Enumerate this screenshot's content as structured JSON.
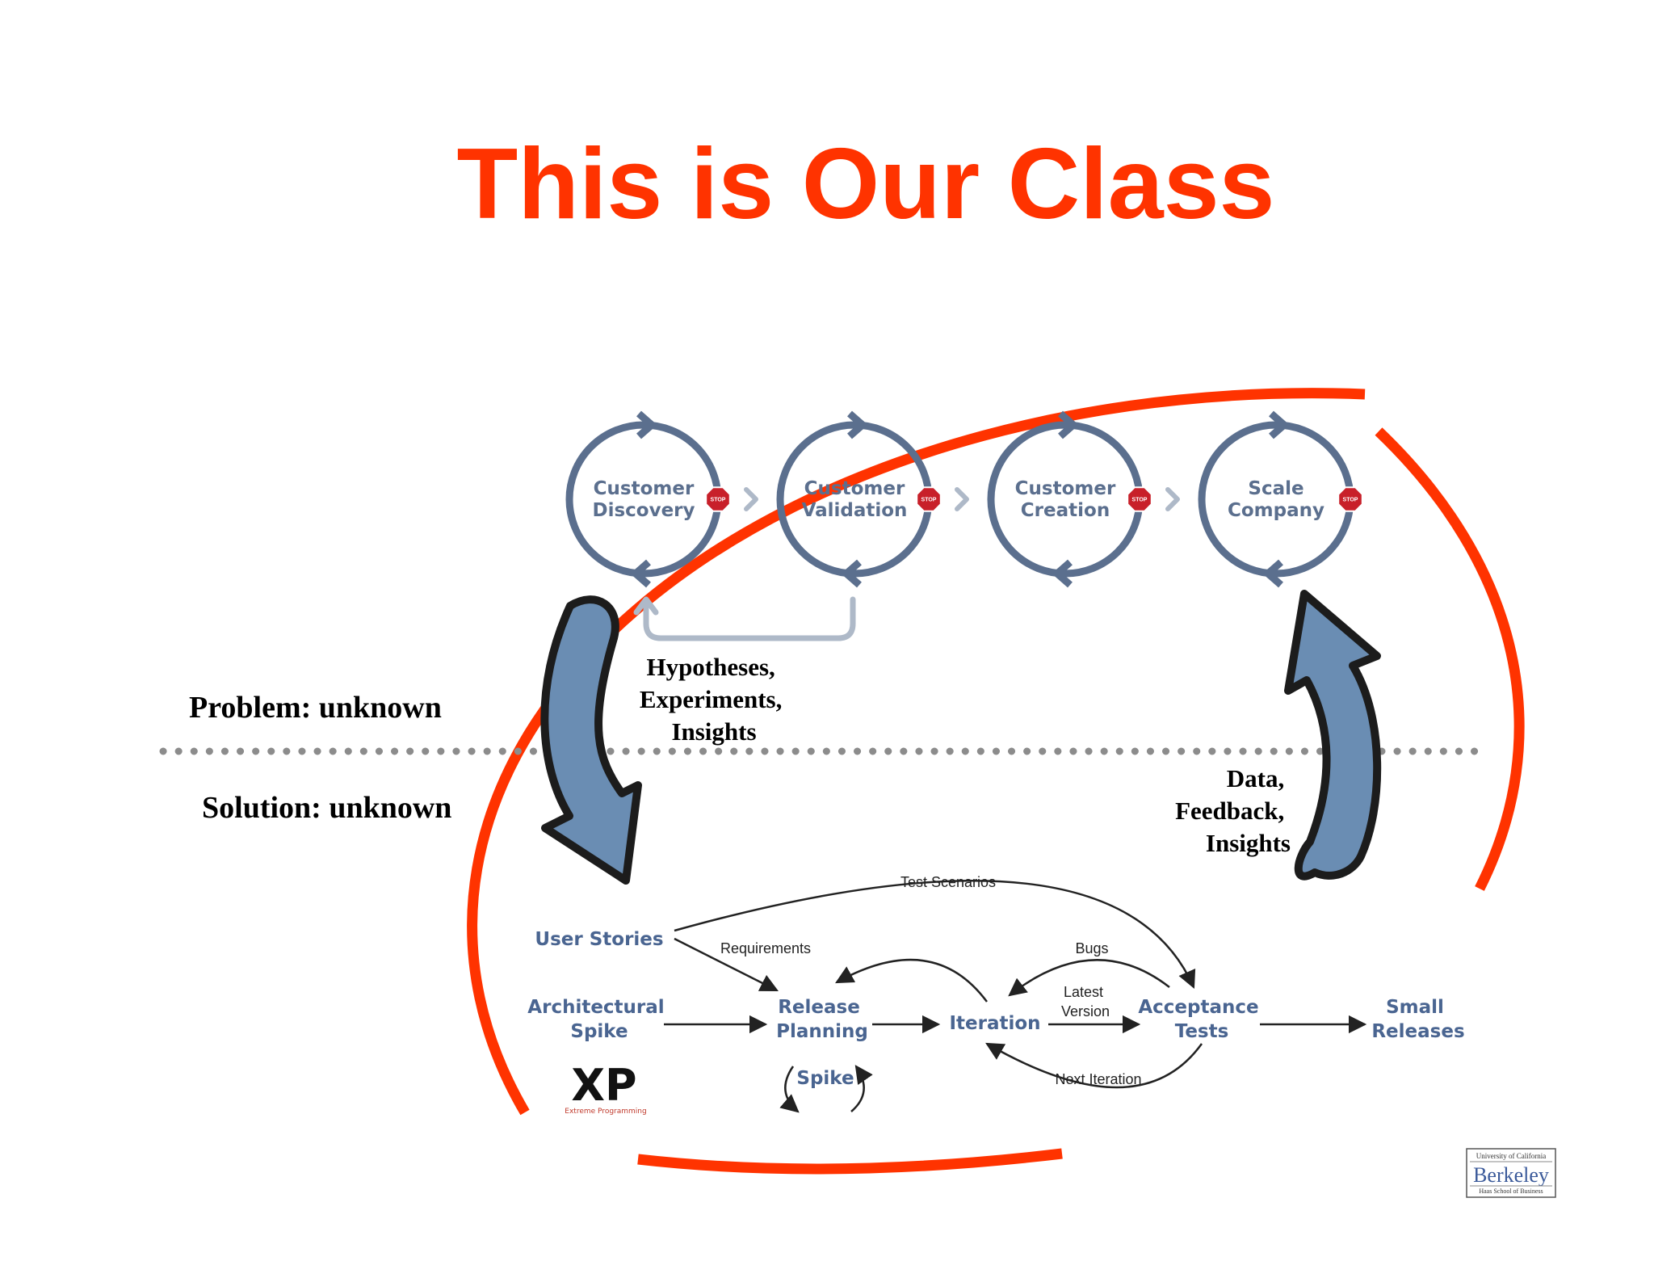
{
  "title": "This is Our Class",
  "labels": {
    "problem": "Problem: unknown",
    "solution": "Solution: unknown",
    "down_arrow": [
      "Hypotheses,",
      "Experiments,",
      "Insights"
    ],
    "up_arrow": [
      "Data,",
      "Feedback,",
      "Insights"
    ]
  },
  "customer_development": {
    "stop_label": "STOP",
    "phases": [
      {
        "lines": [
          "Customer",
          "Discovery"
        ]
      },
      {
        "lines": [
          "Customer",
          "Validation"
        ]
      },
      {
        "lines": [
          "Customer",
          "Creation"
        ]
      },
      {
        "lines": [
          "Scale",
          "Company"
        ]
      }
    ]
  },
  "xp_diagram": {
    "nodes": {
      "user_stories": [
        "User Stories"
      ],
      "architectural_spike": [
        "Architectural",
        "Spike"
      ],
      "release_planning": [
        "Release",
        "Planning"
      ],
      "spike": [
        "Spike"
      ],
      "iteration": [
        "Iteration"
      ],
      "acceptance_tests": [
        "Acceptance",
        "Tests"
      ],
      "small_releases": [
        "Small",
        "Releases"
      ]
    },
    "edges": {
      "test_scenarios": "Test Scenarios",
      "requirements": "Requirements",
      "bugs": "Bugs",
      "latest_version": [
        "Latest",
        "Version"
      ],
      "next_iteration": "Next Iteration"
    },
    "logo": {
      "mark": "XP",
      "caption": "Extreme Programming"
    }
  },
  "berkeley_logo": {
    "line1": "University of California",
    "line2": "Berkeley",
    "line3": "Haas School of Business"
  },
  "colors": {
    "title": "#ff3300",
    "ellipse": "#ff3300",
    "cycle": "#5b6f8e",
    "big_arrow_fill": "#6a8db3",
    "xp_text": "#4a6591",
    "stop_sign": "#c8202a"
  }
}
